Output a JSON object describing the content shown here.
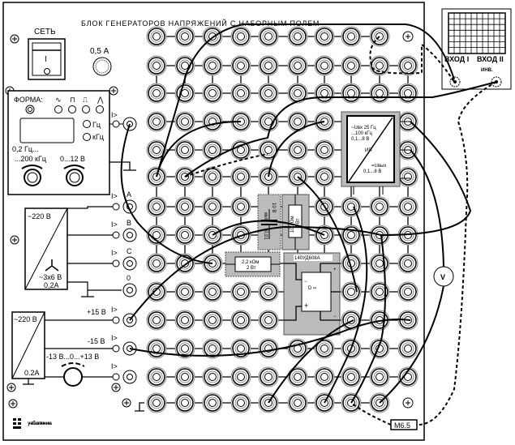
{
  "panel": {
    "title": "БЛОК ГЕНЕРАТОРОВ НАПРЯЖЕНИЙ С НАБОРНЫМ ПОЛЕМ",
    "power_label": "СЕТЬ",
    "power_switch_mark": "I",
    "fuse_label": "0,5 А",
    "logo_text": "учебная техника"
  },
  "generator": {
    "form_label": "ФОРМА:",
    "waveforms": [
      "∿",
      "⊓",
      "⎍",
      "⋀"
    ],
    "unit_hz": "Гц",
    "unit_khz": "кГц",
    "freq_range_1": "0,2 Гц...",
    "freq_range_2": "...200 кГц",
    "ampl_range": "0...12 В",
    "output_mark": "I>"
  },
  "three_phase": {
    "input": "~220 В",
    "output": "~3х6 В",
    "current": "0,2А",
    "phases": [
      "A",
      "B",
      "C",
      "0"
    ],
    "output_mark": "I>"
  },
  "dc_supply": {
    "input": "~220 В",
    "current": "0.2А",
    "plus_label": "+15 В",
    "minus_label": "-15 В",
    "adj_label": "-13 В...0...+13 В",
    "output_mark": "I>"
  },
  "components": {
    "capacitor": {
      "value": "0,01",
      "unit": "мкФ",
      "voltage": "10 В"
    },
    "resistor_100": {
      "value": "100 Ом",
      "power": "2 Вт"
    },
    "resistor_2k2": {
      "value": "2,2 кОм",
      "power": "2 Вт"
    },
    "opamp": {
      "part": "140УД608А",
      "symbol": "D ∞",
      "plus": "+",
      "minus": "−"
    },
    "converter": {
      "in_label": "~Uвх 25 Гц",
      "in_range": "...100 кГц",
      "in_volt": "0,1...8 В",
      "name": "ИП",
      "out_label": "=Uвых",
      "out_volt": "0,1...8 В"
    }
  },
  "oscilloscope": {
    "input1": "ВХОД I",
    "input2": "ВХОД II",
    "invert": "ИНВ."
  },
  "voltmeter": {
    "symbol": "V"
  },
  "multimeter": {
    "label": "М6.5"
  }
}
